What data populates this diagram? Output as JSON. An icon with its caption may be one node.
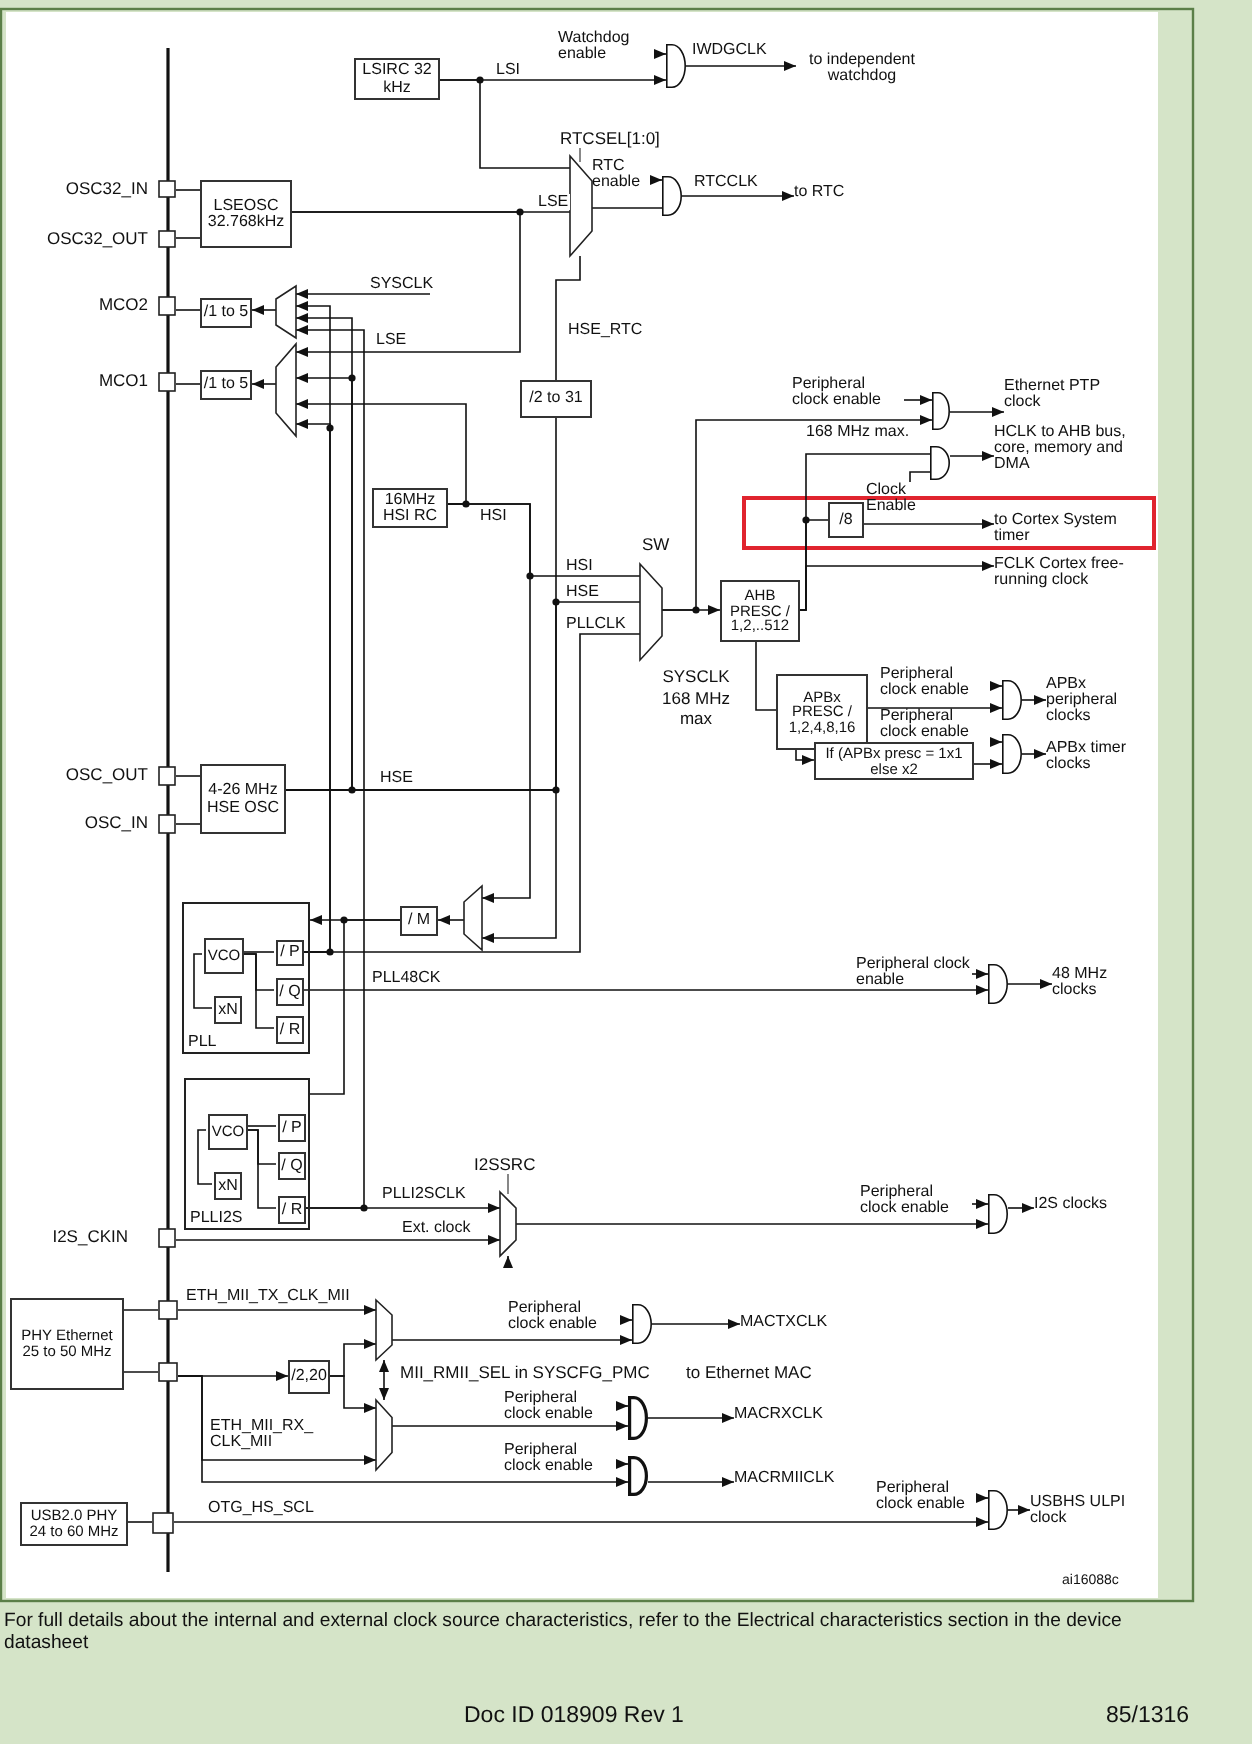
{
  "diagram": {
    "caption": "For full details about the internal and external clock source characteristics, refer to the Electrical characteristics section in the device datasheet",
    "nodes": [
      {
        "text": [
          "LSIRC 32 kHz"
        ]
      },
      {
        "text": [
          "Watchdog enable"
        ]
      },
      {
        "text": [],
        "shape": "gate"
      },
      {
        "text": [
          "to independent watchdog"
        ]
      },
      {
        "text": [],
        "shape": "trapezoid",
        "beside": [
          "RTCSEL[1:0]"
        ]
      },
      {
        "text": [
          "RTC enable"
        ]
      },
      {
        "text": [],
        "shape": "gate"
      },
      {
        "text": [
          "to RTC"
        ]
      },
      {
        "text": [],
        "shape": "box",
        "beside": [
          "OSC32_IN"
        ]
      },
      {
        "text": [],
        "shape": "box",
        "beside": [
          "OSC32_OUT"
        ]
      },
      {
        "text": [
          "LSEOSC 32.768kHz"
        ]
      },
      {
        "text": [],
        "shape": "box",
        "beside": [
          "MCO2"
        ]
      },
      {
        "text": [
          "/1 to 5"
        ]
      },
      {
        "text": [],
        "shape": "trapezoid"
      },
      {
        "text": [],
        "shape": "box",
        "beside": [
          "MCO1"
        ]
      },
      {
        "text": [
          "/1 to 5"
        ]
      },
      {
        "text": [],
        "shape": "trapezoid"
      },
      {
        "text": [
          "/2 to 31"
        ]
      },
      {
        "text": [
          "Peripheral clock enable"
        ]
      },
      {
        "text": [],
        "shape": "gate"
      },
      {
        "text": [
          "Ethernet PTP clock"
        ]
      },
      {
        "text": [
          "16MHz HSI RC"
        ]
      },
      {
        "text": [],
        "shape": "gate"
      },
      {
        "text": [
          "Clock Enable"
        ]
      },
      {
        "text": [
          "HCLK to AHB bus, core, memory and DMA"
        ]
      },
      {
        "text": [
          "/8"
        ]
      },
      {
        "text": [
          "to Cortex System timer"
        ]
      },
      {
        "text": [
          "FCLK Cortex free-running clock"
        ]
      },
      {
        "text": [],
        "shape": "trapezoid",
        "beside": [
          "SW",
          "SYSCLK 168 MHz max"
        ]
      },
      {
        "text": [
          "AHB PRESC / 1,2,..512"
        ]
      },
      {
        "text": [
          "APBx PRESC / 1,2,4,8,16"
        ]
      },
      {
        "text": [
          "Peripheral clock enable"
        ]
      },
      {
        "text": [],
        "shape": "gate"
      },
      {
        "text": [
          "APBx peripheral clocks"
        ]
      },
      {
        "text": [
          "Peripheral clock enable"
        ]
      },
      {
        "text": [],
        "shape": "gate"
      },
      {
        "text": [
          "APBx timer clocks"
        ]
      },
      {
        "text": [
          "If (APBx presc = 1x1 else x2"
        ]
      },
      {
        "text": [],
        "shape": "box",
        "beside": [
          "OSC_OUT"
        ]
      },
      {
        "text": [],
        "shape": "box",
        "beside": [
          "OSC_IN"
        ]
      },
      {
        "text": [
          "4-26 MHz HSE OSC"
        ]
      },
      {
        "text": [],
        "shape": "trapezoid"
      },
      {
        "text": [
          "/ M"
        ]
      },
      {
        "text": [
          "PLL"
        ]
      },
      {
        "text": [
          "VCO"
        ],
        "in": 43
      },
      {
        "text": [
          "xN"
        ],
        "in": 43
      },
      {
        "text": [
          "/ P"
        ],
        "in": 43
      },
      {
        "text": [
          "/ Q"
        ],
        "in": 43
      },
      {
        "text": [
          "/ R"
        ],
        "in": 43
      },
      {
        "text": [
          "Peripheral clock enable"
        ]
      },
      {
        "text": [],
        "shape": "gate"
      },
      {
        "text": [
          "48 MHz clocks"
        ]
      },
      {
        "text": [
          "PLLI2S"
        ]
      },
      {
        "text": [
          "VCO"
        ],
        "in": 52
      },
      {
        "text": [
          "xN"
        ],
        "in": 52
      },
      {
        "text": [
          "/ P"
        ],
        "in": 52
      },
      {
        "text": [
          "/ Q"
        ],
        "in": 52
      },
      {
        "text": [
          "/ R"
        ],
        "in": 52
      },
      {
        "text": [],
        "shape": "trapezoid",
        "beside": [
          "I2SSRC"
        ]
      },
      {
        "text": [],
        "shape": "box",
        "beside": [
          "I2S_CKIN"
        ]
      },
      {
        "text": [
          "Peripheral clock enable"
        ]
      },
      {
        "text": [],
        "shape": "gate"
      },
      {
        "text": [
          "I2S clocks"
        ]
      },
      {
        "text": [
          "PHY Ethernet 25 to 50 MHz"
        ]
      },
      {
        "text": [],
        "shape": "box"
      },
      {
        "text": [],
        "shape": "box"
      },
      {
        "text": [
          "/2,20"
        ]
      },
      {
        "text": [],
        "shape": "trapezoid"
      },
      {
        "text": [],
        "shape": "trapezoid"
      },
      {
        "text": [
          "Peripheral clock enable"
        ]
      },
      {
        "text": [],
        "shape": "gate"
      },
      {
        "text": [
          "MACTXCLK"
        ]
      },
      {
        "text": [
          "Peripheral clock enable"
        ]
      },
      {
        "text": [],
        "shape": "gate"
      },
      {
        "text": [
          "MACRXCLK"
        ]
      },
      {
        "text": [
          "Peripheral clock enable"
        ]
      },
      {
        "text": [],
        "shape": "gate"
      },
      {
        "text": [
          "MACRMIICLK"
        ]
      },
      {
        "text": [
          "USB2.0 PHY 24 to 60 MHz"
        ]
      },
      {
        "text": [],
        "shape": "box"
      },
      {
        "text": [
          "Peripheral clock enable"
        ]
      },
      {
        "text": [],
        "shape": "gate"
      },
      {
        "text": [
          "USBHS ULPI clock"
        ]
      }
    ],
    "edges": [
      {
        "from": 0,
        "to": 2,
        "arrow": "to",
        "label": "LSI"
      },
      {
        "from": 0,
        "to": 4,
        "arrow": "none"
      },
      {
        "from": 1,
        "to": 2,
        "arrow": "to"
      },
      {
        "from": 2,
        "to": 3,
        "arrow": "to",
        "label": "IWDGCLK"
      },
      {
        "from": 10,
        "to": 4,
        "arrow": "none",
        "label": "LSE"
      },
      {
        "from": 4,
        "to": 6,
        "arrow": "none"
      },
      {
        "from": 5,
        "to": 6,
        "arrow": "to"
      },
      {
        "from": 6,
        "to": 7,
        "arrow": "to",
        "label": "RTCCLK"
      },
      {
        "from": 8,
        "to": 10,
        "arrow": "none"
      },
      {
        "from": 9,
        "to": 10,
        "arrow": "none"
      },
      {
        "from": 10,
        "to": 16,
        "arrow": "to",
        "label": "LSE"
      },
      {
        "from": 17,
        "to": 4,
        "arrow": "none",
        "label": "HSE_RTC"
      },
      {
        "from": 40,
        "to": 17,
        "arrow": "none"
      },
      {
        "from": null,
        "to": 13,
        "arrow": "to",
        "label": "SYSCLK"
      },
      {
        "from": 46,
        "to": 13,
        "arrow": "to"
      },
      {
        "from": 57,
        "to": 13,
        "arrow": "to"
      },
      {
        "from": 40,
        "to": 13,
        "arrow": "to"
      },
      {
        "from": 40,
        "to": 16,
        "arrow": "to"
      },
      {
        "from": 21,
        "to": 16,
        "arrow": "to"
      },
      {
        "from": 46,
        "to": 16,
        "arrow": "to"
      },
      {
        "from": 13,
        "to": 12,
        "arrow": "to"
      },
      {
        "from": 12,
        "to": 11,
        "arrow": "none"
      },
      {
        "from": 16,
        "to": 15,
        "arrow": "to"
      },
      {
        "from": 15,
        "to": 14,
        "arrow": "none"
      },
      {
        "from": 18,
        "to": 19,
        "arrow": "to"
      },
      {
        "from": 28,
        "to": 19,
        "arrow": "to"
      },
      {
        "from": 19,
        "to": 20,
        "arrow": "to"
      },
      {
        "from": 21,
        "to": 28,
        "arrow": "none",
        "label": "HSI"
      },
      {
        "from": 40,
        "to": 28,
        "arrow": "none",
        "label": "HSE"
      },
      {
        "from": 46,
        "to": 28,
        "arrow": "none",
        "label": "PLLCLK"
      },
      {
        "from": 28,
        "to": 29,
        "arrow": "to"
      },
      {
        "from": 29,
        "to": 22,
        "arrow": "none",
        "label": "168 MHz max."
      },
      {
        "from": 23,
        "to": 22,
        "arrow": "none"
      },
      {
        "from": 22,
        "to": 24,
        "arrow": "to"
      },
      {
        "from": 29,
        "to": 25,
        "arrow": "none"
      },
      {
        "from": 25,
        "to": 26,
        "arrow": "to"
      },
      {
        "from": 29,
        "to": 27,
        "arrow": "to"
      },
      {
        "from": 29,
        "to": 30,
        "arrow": "none"
      },
      {
        "from": 31,
        "to": 32,
        "arrow": "to"
      },
      {
        "from": 30,
        "to": 32,
        "arrow": "to"
      },
      {
        "from": 32,
        "to": 33,
        "arrow": "to"
      },
      {
        "from": 30,
        "to": 37,
        "arrow": "to"
      },
      {
        "from": 34,
        "to": 35,
        "arrow": "to"
      },
      {
        "from": 37,
        "to": 35,
        "arrow": "to"
      },
      {
        "from": 35,
        "to": 36,
        "arrow": "to"
      },
      {
        "from": 38,
        "to": 40,
        "arrow": "none"
      },
      {
        "from": 39,
        "to": 40,
        "arrow": "none"
      },
      {
        "from": 21,
        "to": 41,
        "arrow": "to"
      },
      {
        "from": 40,
        "to": 41,
        "arrow": "to"
      },
      {
        "from": 41,
        "to": 42,
        "arrow": "to"
      },
      {
        "from": 42,
        "to": 43,
        "arrow": "to"
      },
      {
        "from": 42,
        "to": 52,
        "arrow": "none"
      },
      {
        "from": 47,
        "to": 50,
        "arrow": "to",
        "label": "PLL48CK"
      },
      {
        "from": 49,
        "to": 50,
        "arrow": "to"
      },
      {
        "from": 50,
        "to": 51,
        "arrow": "to"
      },
      {
        "from": 57,
        "to": 58,
        "arrow": "to",
        "label": "PLLI2SCLK"
      },
      {
        "from": 59,
        "to": 58,
        "arrow": "to",
        "label": "Ext. clock"
      },
      {
        "from": null,
        "to": 58,
        "arrow": "to"
      },
      {
        "from": 58,
        "to": 61,
        "arrow": "to"
      },
      {
        "from": 60,
        "to": 61,
        "arrow": "to"
      },
      {
        "from": 61,
        "to": 62,
        "arrow": "to"
      },
      {
        "from": 63,
        "to": 64,
        "arrow": "none"
      },
      {
        "from": 63,
        "to": 65,
        "arrow": "none"
      },
      {
        "from": 64,
        "to": 67,
        "arrow": "to",
        "label": "ETH_MII_TX_CLK_MII"
      },
      {
        "from": 65,
        "to": 66,
        "arrow": "to"
      },
      {
        "from": 66,
        "to": 67,
        "arrow": "to"
      },
      {
        "from": 66,
        "to": 68,
        "arrow": "to"
      },
      {
        "from": 65,
        "to": 68,
        "arrow": "to",
        "label": "ETH_MII_RX_ CLK_MII"
      },
      {
        "from": 65,
        "to": 76,
        "arrow": "to"
      },
      {
        "from": 67,
        "to": 70,
        "arrow": "to"
      },
      {
        "from": 69,
        "to": 70,
        "arrow": "to"
      },
      {
        "from": 70,
        "to": 71,
        "arrow": "to"
      },
      {
        "from": 68,
        "to": 73,
        "arrow": "to"
      },
      {
        "from": 72,
        "to": 73,
        "arrow": "to"
      },
      {
        "from": 73,
        "to": 74,
        "arrow": "to"
      },
      {
        "from": 75,
        "to": 76,
        "arrow": "to"
      },
      {
        "from": 76,
        "to": 77,
        "arrow": "to"
      },
      {
        "from": 78,
        "to": 79,
        "arrow": "none"
      },
      {
        "from": 79,
        "to": 81,
        "arrow": "to",
        "label": "OTG_HS_SCL"
      },
      {
        "from": 80,
        "to": 81,
        "arrow": "to"
      },
      {
        "from": 81,
        "to": 82,
        "arrow": "to"
      },
      {
        "from": 67,
        "to": 68,
        "arrow": "both"
      },
      {
        "from": 44,
        "to": 46,
        "arrow": "none"
      },
      {
        "from": 44,
        "to": 47,
        "arrow": "none"
      },
      {
        "from": 44,
        "to": 48,
        "arrow": "none"
      },
      {
        "from": 45,
        "to": 44,
        "arrow": "none"
      },
      {
        "from": 53,
        "to": 55,
        "arrow": "none"
      },
      {
        "from": 53,
        "to": 56,
        "arrow": "none"
      },
      {
        "from": 53,
        "to": 57,
        "arrow": "none"
      },
      {
        "from": 54,
        "to": 53,
        "arrow": "none"
      }
    ],
    "labels": [
      "HSI",
      "HSE",
      "MII_RMII_SEL in SYSCFG_PMC",
      "to Ethernet MAC",
      "ai16088c",
      "Doc ID 018909 Rev 1",
      "85/1316"
    ]
  }
}
